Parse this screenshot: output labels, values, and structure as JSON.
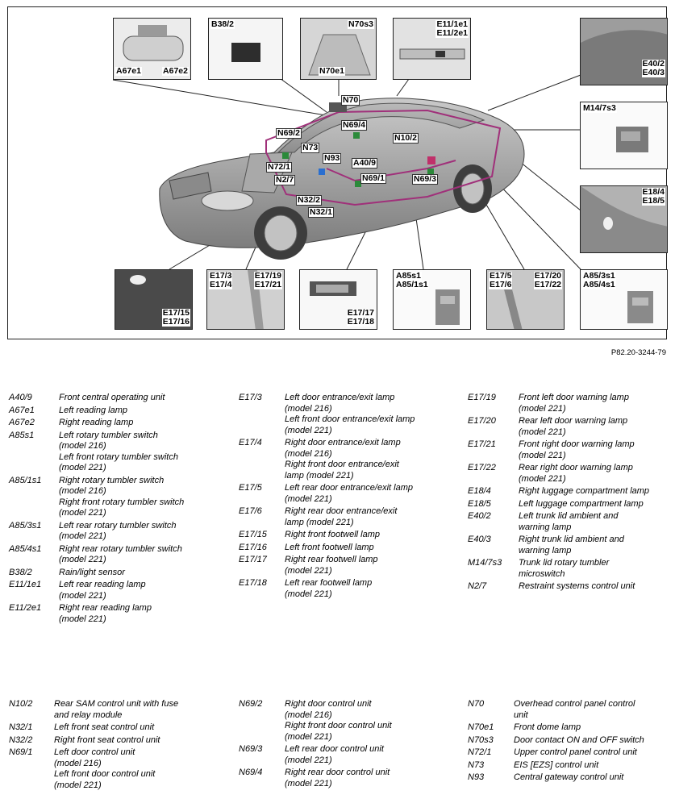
{
  "callouts": {
    "a67": {
      "left": "A67e1",
      "right": "A67e2"
    },
    "b38": {
      "label": "B38/2"
    },
    "n70": {
      "top": "N70s3",
      "bottom": "N70e1"
    },
    "e11": {
      "l1": "E11/1e1",
      "l2": "E11/2e1"
    },
    "e40": {
      "l1": "E40/2",
      "l2": "E40/3"
    },
    "m14": {
      "label": "M14/7s3"
    },
    "e18": {
      "l1": "E18/4",
      "l2": "E18/5"
    },
    "e1715": {
      "l1": "E17/15",
      "l2": "E17/16"
    },
    "e173": {
      "a1": "E17/3",
      "a2": "E17/4",
      "b1": "E17/19",
      "b2": "E17/21"
    },
    "e1717": {
      "l1": "E17/17",
      "l2": "E17/18"
    },
    "a85s1": {
      "l1": "A85s1",
      "l2": "A85/1s1"
    },
    "e175": {
      "a1": "E17/5",
      "a2": "E17/6",
      "b1": "E17/20",
      "b2": "E17/22"
    },
    "a853": {
      "l1": "A85/3s1",
      "l2": "A85/4s1"
    }
  },
  "car_labels": {
    "n70": "N70",
    "n69_2": "N69/2",
    "n69_4": "N69/4",
    "n73": "N73",
    "n10_2": "N10/2",
    "n93": "N93",
    "n72_1": "N72/1",
    "a40_9": "A40/9",
    "n2_7": "N2/7",
    "n69_1": "N69/1",
    "n69_3": "N69/3",
    "n32_2": "N32/2",
    "n32_1": "N32/1"
  },
  "figure_id": "P82.20-3244-79",
  "legend_top": {
    "col1": [
      {
        "code": "A40/9",
        "desc": [
          "Front central operating unit"
        ]
      },
      {
        "code": "A67e1",
        "desc": [
          "Left reading lamp"
        ]
      },
      {
        "code": "A67e2",
        "desc": [
          "Right reading lamp"
        ]
      },
      {
        "code": "A85s1",
        "desc": [
          "Left rotary tumbler switch",
          "(model 216)",
          "Left front rotary tumbler switch",
          "(model 221)"
        ]
      },
      {
        "code": "A85/1s1",
        "desc": [
          "Right rotary tumbler switch",
          "(model 216)",
          "Right front rotary tumbler switch",
          "(model 221)"
        ]
      },
      {
        "code": "A85/3s1",
        "desc": [
          "Left rear rotary tumbler switch",
          "(model 221)"
        ]
      },
      {
        "code": "A85/4s1",
        "desc": [
          "Right rear rotary tumbler switch",
          "(model 221)"
        ]
      },
      {
        "code": "B38/2",
        "desc": [
          "Rain/light sensor"
        ]
      },
      {
        "code": "E11/1e1",
        "desc": [
          "Left rear reading lamp",
          "(model 221)"
        ]
      },
      {
        "code": "E11/2e1",
        "desc": [
          "Right rear reading lamp",
          "(model 221)"
        ]
      }
    ],
    "col2": [
      {
        "code": "E17/3",
        "desc": [
          "Left door entrance/exit lamp",
          "(model 216)",
          "Left front door entrance/exit lamp",
          "(model 221)"
        ]
      },
      {
        "code": "E17/4",
        "desc": [
          "Right door entrance/exit lamp",
          "(model 216)",
          "Right front door entrance/exit",
          "lamp (model 221)"
        ]
      },
      {
        "code": "E17/5",
        "desc": [
          "Left rear door entrance/exit lamp",
          "(model 221)"
        ]
      },
      {
        "code": "E17/6",
        "desc": [
          "Right rear door entrance/exit",
          "lamp (model 221)"
        ]
      },
      {
        "code": "E17/15",
        "desc": [
          "Right front footwell lamp"
        ]
      },
      {
        "code": "E17/16",
        "desc": [
          "Left front footwell lamp"
        ]
      },
      {
        "code": "E17/17",
        "desc": [
          "Right rear footwell lamp",
          "(model 221)"
        ]
      },
      {
        "code": "E17/18",
        "desc": [
          "Left rear footwell lamp",
          "(model 221)"
        ]
      }
    ],
    "col3": [
      {
        "code": "E17/19",
        "desc": [
          "Front left door warning lamp",
          "(model 221)"
        ]
      },
      {
        "code": "E17/20",
        "desc": [
          "Rear left door warning lamp",
          "(model 221)"
        ]
      },
      {
        "code": "E17/21",
        "desc": [
          "Front right door warning lamp",
          "(model 221)"
        ]
      },
      {
        "code": "E17/22",
        "desc": [
          "Rear right door warning lamp",
          "(model 221)"
        ]
      },
      {
        "code": "E18/4",
        "desc": [
          "Right luggage compartment lamp"
        ]
      },
      {
        "code": "E18/5",
        "desc": [
          "Left luggage compartment lamp"
        ]
      },
      {
        "code": "E40/2",
        "desc": [
          "Left trunk lid ambient and",
          "warning lamp"
        ]
      },
      {
        "code": "E40/3",
        "desc": [
          "Right trunk lid ambient and",
          "warning lamp"
        ]
      },
      {
        "code": "M14/7s3",
        "desc": [
          "Trunk lid rotary tumbler",
          "microswitch"
        ]
      },
      {
        "code": "N2/7",
        "desc": [
          "Restraint systems control unit"
        ]
      }
    ]
  },
  "legend_bottom": {
    "col1": [
      {
        "code": "N10/2",
        "desc": [
          "Rear SAM control unit with fuse",
          "and relay module"
        ]
      },
      {
        "code": "N32/1",
        "desc": [
          "Left front seat control unit"
        ]
      },
      {
        "code": "N32/2",
        "desc": [
          "Right front seat control unit"
        ]
      },
      {
        "code": "N69/1",
        "desc": [
          "Left door control unit",
          "(model 216)",
          "Left front door control unit",
          "(model 221)"
        ]
      }
    ],
    "col2": [
      {
        "code": "N69/2",
        "desc": [
          "Right door control unit",
          "(model 216)",
          "Right front door control unit",
          "(model 221)"
        ]
      },
      {
        "code": "N69/3",
        "desc": [
          "Left rear door control unit",
          "(model 221)"
        ]
      },
      {
        "code": "N69/4",
        "desc": [
          "Right rear door control unit",
          "(model 221)"
        ]
      }
    ],
    "col3": [
      {
        "code": "N70",
        "desc": [
          "Overhead control panel control",
          "unit"
        ]
      },
      {
        "code": "N70e1",
        "desc": [
          "Front dome lamp"
        ]
      },
      {
        "code": "N70s3",
        "desc": [
          "Door contact ON and OFF switch"
        ]
      },
      {
        "code": "N72/1",
        "desc": [
          "Upper control panel control unit"
        ]
      },
      {
        "code": "N73",
        "desc": [
          "EIS [EZS] control unit"
        ]
      },
      {
        "code": "N93",
        "desc": [
          "Central gateway control unit"
        ]
      }
    ]
  }
}
